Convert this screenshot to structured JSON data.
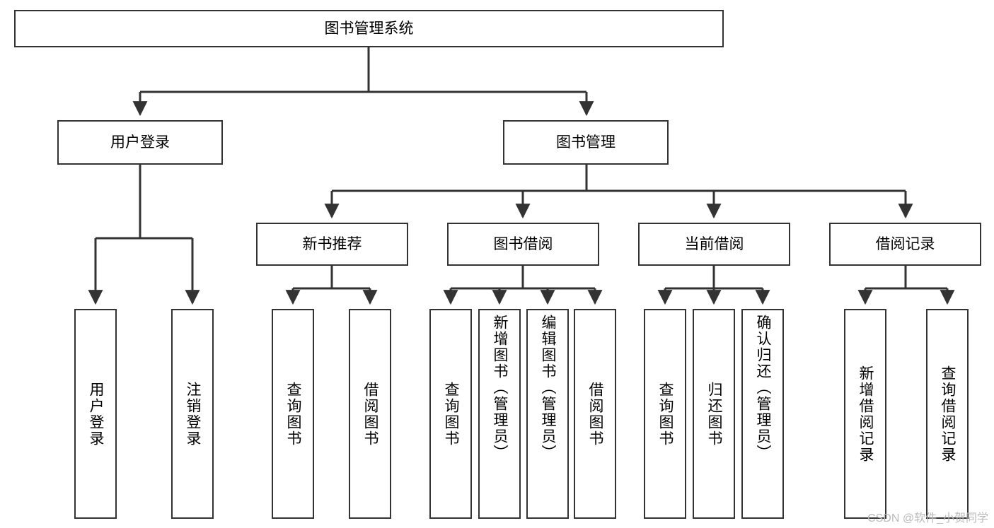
{
  "diagram": {
    "title": "图书管理系统",
    "type": "tree-hierarchy-chart",
    "line_color": "#333333",
    "box_fill": "#ffffff",
    "text_color": "#000000",
    "watermark": "CSDN @软件_小贺同学"
  },
  "nodes": {
    "root": {
      "label": "图书管理系统",
      "level": 1
    },
    "level2": [
      {
        "id": "user-login",
        "label": "用户登录"
      },
      {
        "id": "book-manage",
        "label": "图书管理"
      }
    ],
    "level3": [
      {
        "id": "new-book-recommend",
        "label": "新书推荐"
      },
      {
        "id": "book-borrow",
        "label": "图书借阅"
      },
      {
        "id": "current-borrow",
        "label": "当前借阅"
      },
      {
        "id": "borrow-record",
        "label": "借阅记录"
      }
    ],
    "leaves": {
      "user-login": [
        {
          "id": "leaf-user-login",
          "label": "用户登录"
        },
        {
          "id": "leaf-logout-login",
          "label": "注销登录"
        }
      ],
      "new-book-recommend": [
        {
          "id": "leaf-query-book-1",
          "label": "查询图书"
        },
        {
          "id": "leaf-borrow-book-1",
          "label": "借阅图书"
        }
      ],
      "book-borrow": [
        {
          "id": "leaf-query-book-2",
          "label": "查询图书"
        },
        {
          "id": "leaf-add-book",
          "label": "新增图书（管理员）"
        },
        {
          "id": "leaf-edit-book",
          "label": "编辑图书（管理员）"
        },
        {
          "id": "leaf-borrow-book-2",
          "label": "借阅图书"
        }
      ],
      "current-borrow": [
        {
          "id": "leaf-query-book-3",
          "label": "查询图书"
        },
        {
          "id": "leaf-return-book",
          "label": "归还图书"
        },
        {
          "id": "leaf-confirm-return",
          "label": "确认归还（管理员）"
        }
      ],
      "borrow-record": [
        {
          "id": "leaf-add-record",
          "label": "新增借阅记录"
        },
        {
          "id": "leaf-query-record",
          "label": "查询借阅记录"
        }
      ]
    }
  }
}
